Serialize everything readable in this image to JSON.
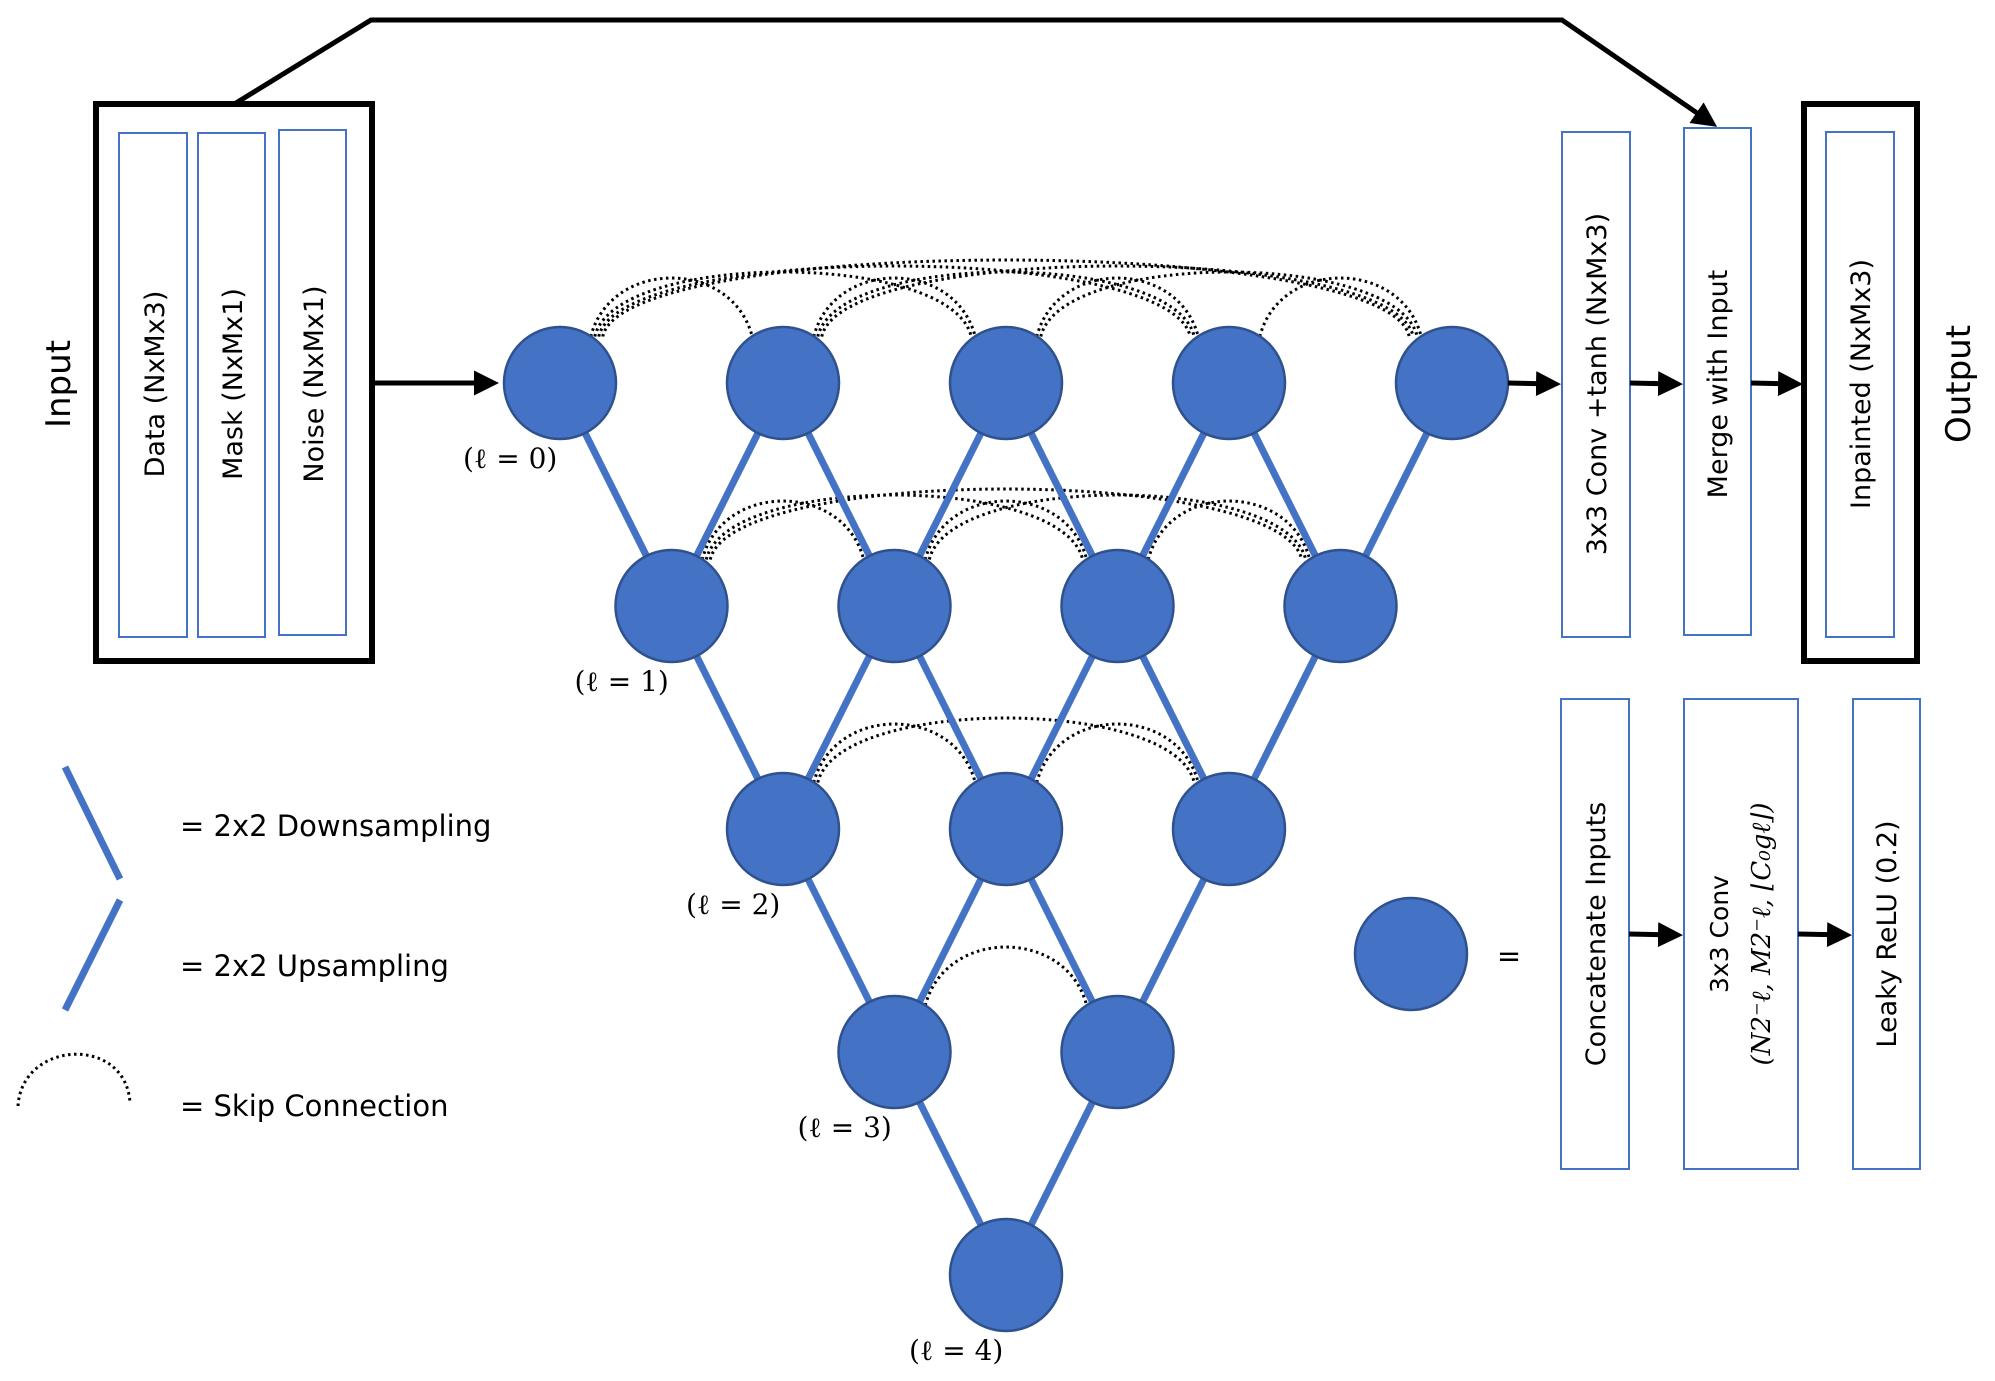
{
  "title": "Multi-level skip-connected encoder-decoder inpainting network",
  "colors": {
    "node_fill": "#4472C4",
    "node_stroke": "#2F528F",
    "edge": "#4472C4",
    "box_stroke": "#4472C4",
    "frame": "#000000",
    "skip": "#000000"
  },
  "input": {
    "side_label": "Input",
    "channels": [
      "Data (NxMx3)",
      "Mask (NxMx1)",
      "Noise (NxMx1)"
    ]
  },
  "output": {
    "stages": [
      "3x3 Conv +tanh (NxMx3)",
      "Merge with Input"
    ],
    "result": "Inpainted (NxMx3)",
    "side_label": "Output"
  },
  "network": {
    "levels": [
      {
        "label": "(ℓ = 0)",
        "nodes": 5
      },
      {
        "label": "(ℓ = 1)",
        "nodes": 4
      },
      {
        "label": "(ℓ = 2)",
        "nodes": 3
      },
      {
        "label": "(ℓ = 3)",
        "nodes": 2
      },
      {
        "label": "(ℓ = 4)",
        "nodes": 1
      }
    ],
    "skip_connections": "all pairs within each level"
  },
  "legend": {
    "downsampling": "= 2x2 Downsampling",
    "upsampling": "= 2x2 Upsampling",
    "skip": "= Skip Connection"
  },
  "node_definition": {
    "equals": "=",
    "stages": [
      {
        "line1": "Concatenate Inputs"
      },
      {
        "line1": "3x3 Conv",
        "line2": "(N2⁻ℓ, M2⁻ℓ, ⌊C₀gℓ⌋)"
      },
      {
        "line1": "Leaky ReLU (0.2)"
      }
    ]
  }
}
